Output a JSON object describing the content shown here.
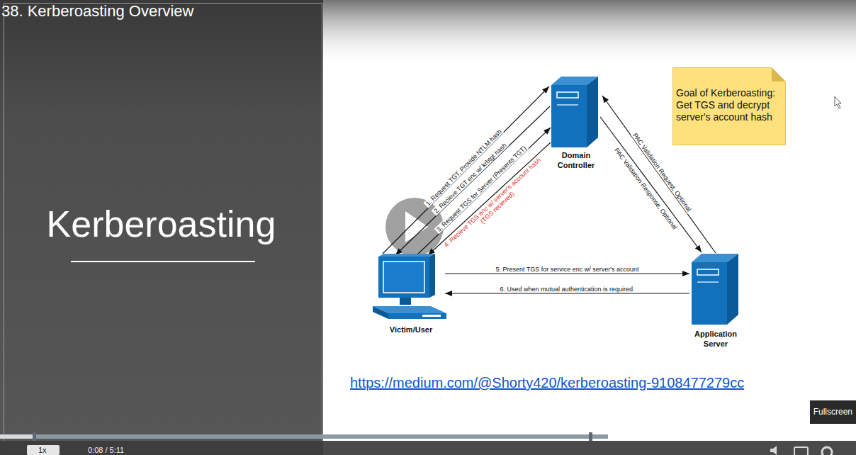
{
  "diagram": {
    "title": "38. Kerberoasting Overview",
    "nodes": [
      {
        "text": [
          "Kerberoasting"
        ]
      },
      {
        "text": [
          "Domain Controller"
        ]
      },
      {
        "text": [
          "Goal of Kerberoasting: Get TGS and decrypt server's account hash"
        ]
      },
      {
        "text": [
          "Victim/User"
        ]
      },
      {
        "text": [
          "Application Server"
        ]
      },
      {
        "text": [
          "Fullscreen"
        ]
      }
    ],
    "edges": [
      {
        "from": 3,
        "to": 1,
        "arrow": "to",
        "label": "1. Request TGT, Provide NTLM hash"
      },
      {
        "from": 1,
        "to": 3,
        "arrow": "to",
        "label": "2. Recieve TGT enc w/ krbtgt hash"
      },
      {
        "from": 3,
        "to": 1,
        "arrow": "to",
        "label": "3. Request TGS for Server (Presents TGT)"
      },
      {
        "from": 1,
        "to": 3,
        "arrow": "to",
        "label": "4. Recieve TGS enc w/ server's account hash (TGS recieved)"
      },
      {
        "from": 3,
        "to": 4,
        "arrow": "to",
        "label": "5. Present TGS for service enc w/ server's account"
      },
      {
        "from": 4,
        "to": 3,
        "arrow": "to",
        "label": "6. Used when mutual authentication is required."
      },
      {
        "from": 4,
        "to": 1,
        "arrow": "to",
        "label": "PAC Validation Request, Optional"
      },
      {
        "from": 1,
        "to": 4,
        "arrow": "to",
        "label": "PAC Validation Response, Optional"
      }
    ],
    "labels": [
      "https://medium.com/@Shorty420/kerberoasting-9108477279cc",
      "1x",
      "0:08 / 5:11"
    ]
  }
}
